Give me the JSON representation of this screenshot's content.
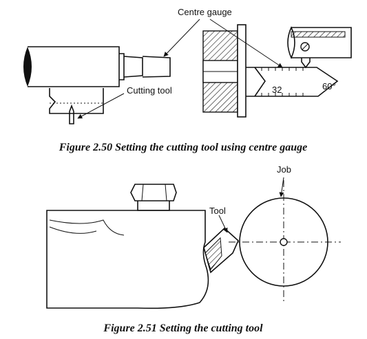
{
  "figure_50": {
    "label_centre_gauge": "Centre gauge",
    "label_cutting_tool": "Cutting tool",
    "label_32": "32",
    "label_60deg": "60°",
    "caption": "Figure 2.50 Setting the cutting tool using centre gauge"
  },
  "figure_51": {
    "label_tool": "Tool",
    "label_job": "Job",
    "caption": "Figure 2.51 Setting the cutting tool"
  }
}
